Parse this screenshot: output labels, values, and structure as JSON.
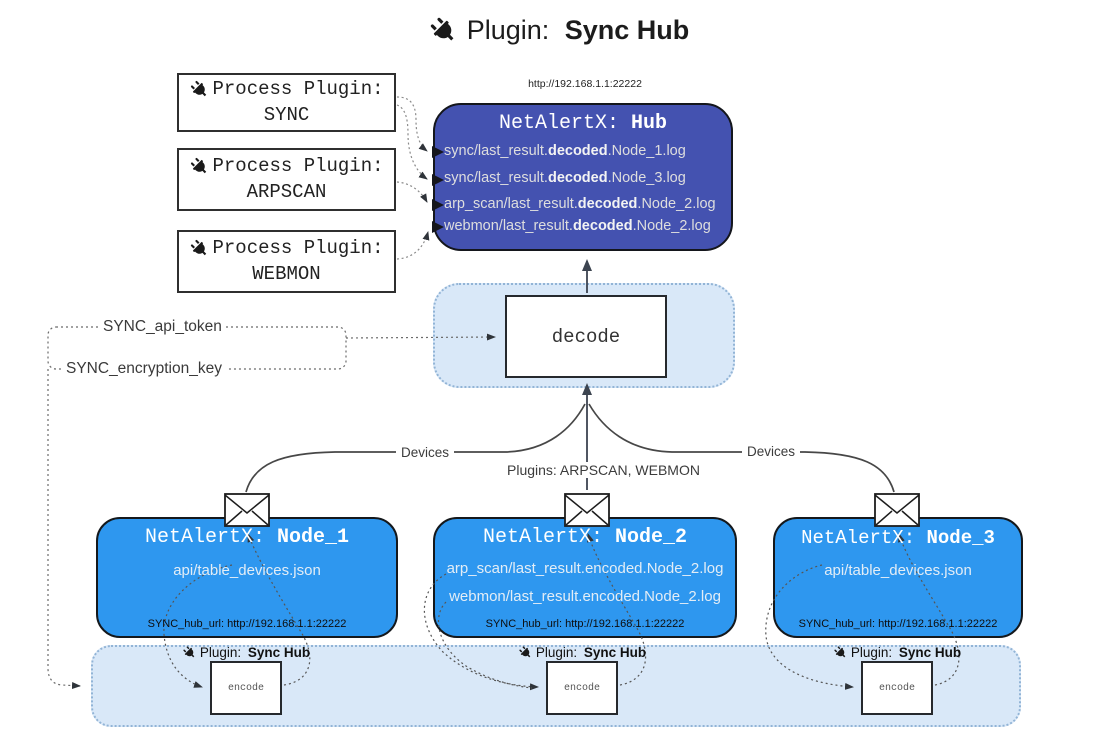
{
  "title": {
    "icon": "plug-icon",
    "prefix": "Plugin: ",
    "name": "Sync Hub"
  },
  "process_plugins": [
    {
      "icon": "plug-icon",
      "label": "Process Plugin:",
      "name": "SYNC"
    },
    {
      "icon": "plug-icon",
      "label": "Process Plugin:",
      "name": "ARPSCAN"
    },
    {
      "icon": "plug-icon",
      "label": "Process Plugin:",
      "name": "WEBMON"
    }
  ],
  "hub": {
    "url": "http://192.168.1.1:22222",
    "title_prefix": "NetAlertX: ",
    "title_name": "Hub",
    "rows": [
      {
        "pre": "sync/last_result.",
        "bold": "decoded",
        "post": ".Node_1.log"
      },
      {
        "pre": "sync/last_result.",
        "bold": "decoded",
        "post": ".Node_3.log"
      },
      {
        "pre": "arp_scan/last_result.",
        "bold": "decoded",
        "post": ".Node_2.log"
      },
      {
        "pre": "webmon/last_result.",
        "bold": "decoded",
        "post": ".Node_2.log"
      }
    ]
  },
  "decode": {
    "label": "decode"
  },
  "tokens": {
    "api_token": "SYNC_api_token",
    "encryption_key": "SYNC_encryption_key"
  },
  "edges": {
    "devices_left": "Devices",
    "plugins_center": "Plugins: ARPSCAN, WEBMON",
    "devices_right": "Devices"
  },
  "nodes": [
    {
      "title_prefix": "NetAlertX: ",
      "title_name": "Node_1",
      "lines": [
        "api/table_devices.json"
      ],
      "hub_url": "SYNC_hub_url: http://192.168.1.1:22222"
    },
    {
      "title_prefix": "NetAlertX: ",
      "title_name": "Node_2",
      "lines": [
        "arp_scan/last_result.encoded.Node_2.log",
        "webmon/last_result.encoded.Node_2.log"
      ],
      "hub_url": "SYNC_hub_url: http://192.168.1.1:22222"
    },
    {
      "title_prefix": "NetAlertX: ",
      "title_name": "Node_3",
      "lines": [
        "api/table_devices.json"
      ],
      "hub_url": "SYNC_hub_url: http://192.168.1.1:22222"
    }
  ],
  "encoders": [
    {
      "icon": "plug-icon",
      "plugin_prefix": "Plugin: ",
      "plugin_name": "Sync Hub",
      "label": "encode"
    },
    {
      "icon": "plug-icon",
      "plugin_prefix": "Plugin: ",
      "plugin_name": "Sync Hub",
      "label": "encode"
    },
    {
      "icon": "plug-icon",
      "plugin_prefix": "Plugin: ",
      "plugin_name": "Sync Hub",
      "label": "encode"
    }
  ],
  "colors": {
    "hub_fill": "#4452b0",
    "node_fill": "#2e97ef",
    "panel_fill": "#d9e8f8",
    "panel_border": "#92b4d6",
    "node_text": "#e3edf6",
    "line": "#474747",
    "arrow_dark": "#3c4450"
  }
}
